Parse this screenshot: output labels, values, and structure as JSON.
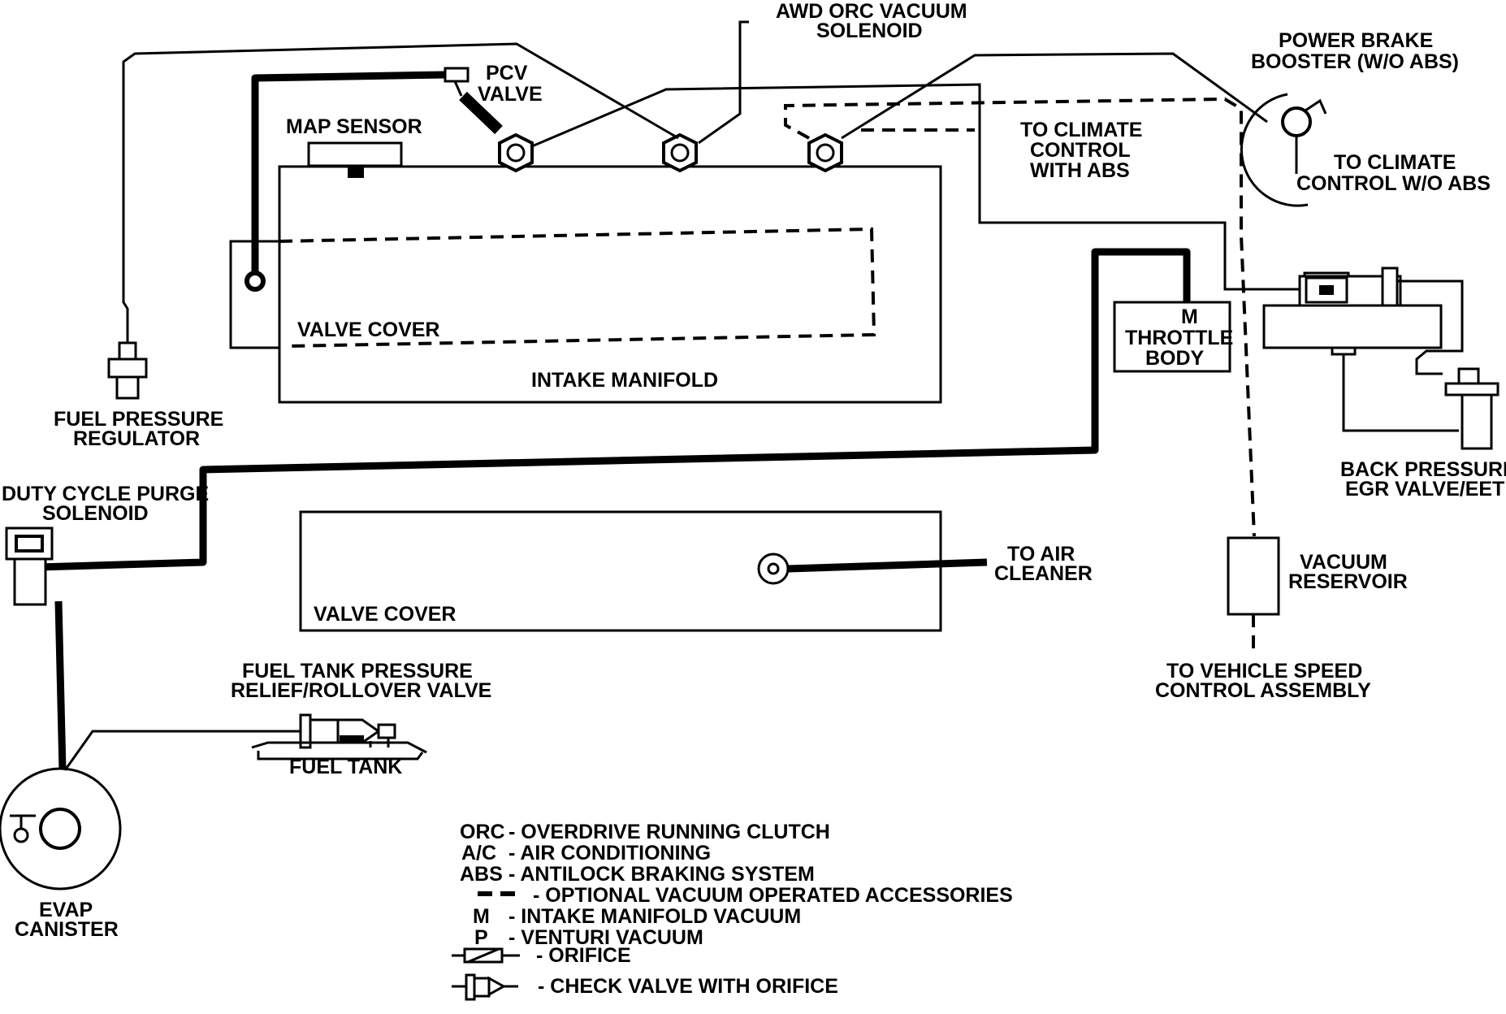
{
  "labels": {
    "awd_orc_line1": "AWD ORC VACUUM",
    "awd_orc_line2": "SOLENOID",
    "pcv_line1": "PCV",
    "pcv_line2": "VALVE",
    "map_sensor": "MAP SENSOR",
    "power_brake_line1": "POWER BRAKE",
    "power_brake_line2": "BOOSTER (W/O ABS)",
    "climate_abs_line1": "TO CLIMATE",
    "climate_abs_line2": "CONTROL",
    "climate_abs_line3": "WITH ABS",
    "climate_noabs_line1": "TO CLIMATE",
    "climate_noabs_line2": "CONTROL W/O ABS",
    "valve_cover_top": "VALVE COVER",
    "intake_manifold": "INTAKE MANIFOLD",
    "throttle_m": "M",
    "throttle_line1": "THROTTLE",
    "throttle_line2": "BODY",
    "fuel_reg_line1": "FUEL PRESSURE",
    "fuel_reg_line2": "REGULATOR",
    "back_pressure_line1": "BACK PRESSURE",
    "back_pressure_line2": "EGR VALVE/EET",
    "duty_line1": "DUTY CYCLE PURGE",
    "duty_line2": "SOLENOID",
    "air_cleaner_line1": "TO AIR",
    "air_cleaner_line2": "CLEANER",
    "valve_cover_bottom": "VALVE COVER",
    "vacuum_res_line1": "VACUUM",
    "vacuum_res_line2": "RESERVOIR",
    "fuel_tank_valve_line1": "FUEL TANK PRESSURE",
    "fuel_tank_valve_line2": "RELIEF/ROLLOVER VALVE",
    "fuel_tank": "FUEL TANK",
    "speed_ctrl_line1": "TO VEHICLE SPEED",
    "speed_ctrl_line2": "CONTROL ASSEMBLY",
    "evap_line1": "EVAP",
    "evap_line2": "CANISTER"
  },
  "legend": [
    {
      "key": "ORC",
      "text": "- OVERDRIVE RUNNING CLUTCH"
    },
    {
      "key": "A/C",
      "text": "- AIR CONDITIONING"
    },
    {
      "key": "ABS",
      "text": "- ANTILOCK BRAKING SYSTEM"
    },
    {
      "key": "",
      "text": "- OPTIONAL VACUUM OPERATED ACCESSORIES"
    },
    {
      "key": "M",
      "text": "- INTAKE MANIFOLD VACUUM"
    },
    {
      "key": "P",
      "text": "- VENTURI VACUUM"
    },
    {
      "key": "",
      "text": "- ORIFICE"
    },
    {
      "key": "",
      "text": "- CHECK VALVE WITH ORIFICE"
    }
  ]
}
